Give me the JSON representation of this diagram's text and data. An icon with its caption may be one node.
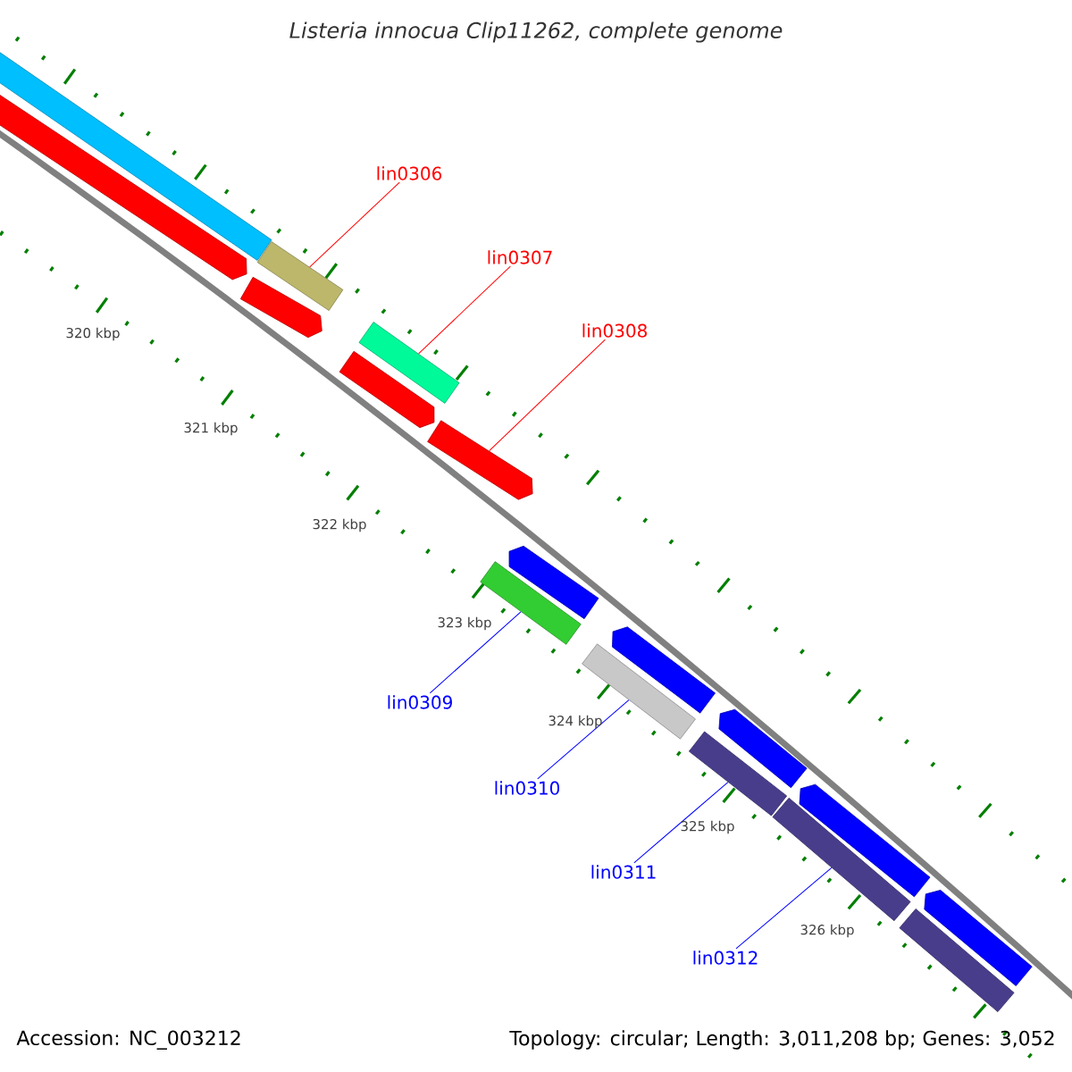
{
  "diagram": {
    "title": "Listeria innocua Clip11262, complete genome",
    "nodes": [
      {
        "text": [
          "lin0306"
        ]
      },
      {
        "text": [
          "lin0307"
        ]
      },
      {
        "text": [
          "lin0308"
        ]
      },
      {
        "text": [
          "lin0309"
        ]
      },
      {
        "text": [
          "lin0310"
        ]
      },
      {
        "text": [
          "lin0311"
        ]
      },
      {
        "text": [
          "lin0312"
        ]
      },
      {
        "text": [],
        "shape": "bar"
      },
      {
        "text": [],
        "shape": "bar"
      },
      {
        "text": [],
        "shape": "arrow"
      },
      {
        "text": [],
        "shape": "bar"
      },
      {
        "text": [],
        "shape": "bar"
      },
      {
        "text": [],
        "shape": "bar"
      },
      {
        "text": [],
        "shape": "bar"
      },
      {
        "text": [],
        "shape": "bar"
      },
      {
        "text": [],
        "shape": "arrow"
      },
      {
        "text": [],
        "shape": "arrow"
      },
      {
        "text": [],
        "shape": "arrow"
      },
      {
        "text": [],
        "shape": "arrow"
      },
      {
        "text": [],
        "shape": "arrow"
      },
      {
        "text": [],
        "shape": "arrow"
      },
      {
        "text": [],
        "shape": "arrow"
      },
      {
        "text": [],
        "shape": "arrow"
      },
      {
        "text": [],
        "shape": "bar"
      }
    ],
    "edges": [
      {
        "from": 0,
        "to": 7,
        "arrow": "none",
        "color": "#ff0000"
      },
      {
        "from": 1,
        "to": 8,
        "arrow": "none",
        "color": "#ff0000"
      },
      {
        "from": 2,
        "to": 9,
        "arrow": "none",
        "color": "#ff0000"
      },
      {
        "from": 3,
        "to": 10,
        "arrow": "none",
        "color": "#0000ff"
      },
      {
        "from": 4,
        "to": 11,
        "arrow": "none",
        "color": "#0000ff"
      },
      {
        "from": 5,
        "to": 12,
        "arrow": "none",
        "color": "#0000ff"
      },
      {
        "from": 6,
        "to": 13,
        "arrow": "none",
        "color": "#0000ff"
      }
    ],
    "labels": [
      "320 kbp",
      "321 kbp",
      "322 kbp",
      "323 kbp",
      "324 kbp",
      "325 kbp",
      "326 kbp",
      "Accession: NC_003212",
      "Topology: circular; Length: 3,011,208 bp; Genes: 3,052"
    ]
  }
}
